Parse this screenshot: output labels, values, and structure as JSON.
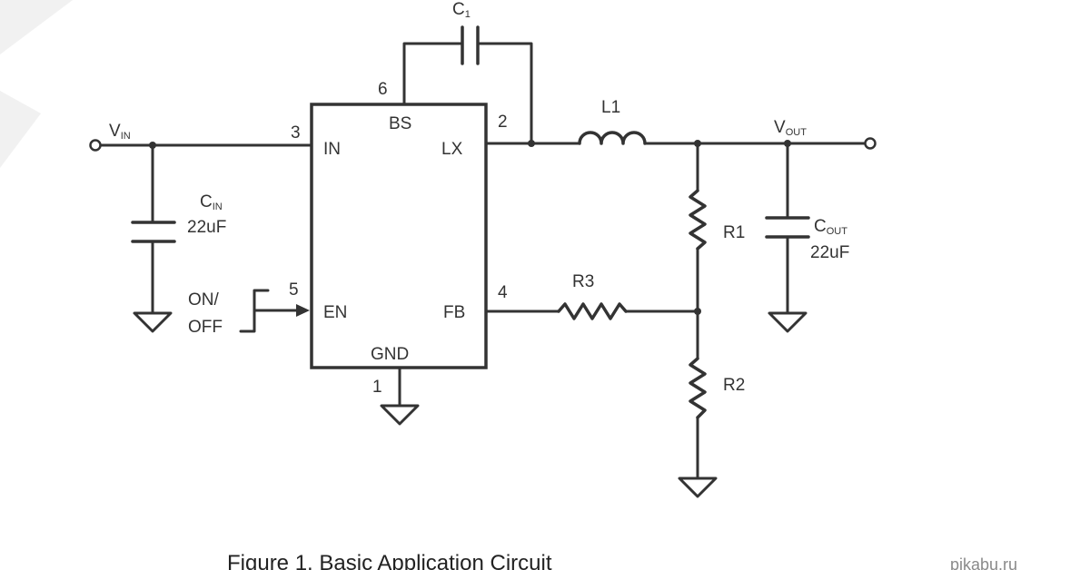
{
  "labels": {
    "vin": "V",
    "vin_sub": "IN",
    "vout": "V",
    "vout_sub": "OUT",
    "cin": "C",
    "cin_sub": "IN",
    "cin_val": "22uF",
    "cout": "C",
    "cout_sub": "OUT",
    "cout_val": "22uF",
    "c1": "C",
    "c1_sub": "1",
    "l1": "L1",
    "r1": "R1",
    "r2": "R2",
    "r3": "R3",
    "on": "ON/",
    "off": "OFF"
  },
  "ic": {
    "pins": {
      "in": {
        "name": "IN",
        "number": "3"
      },
      "en": {
        "name": "EN",
        "number": "5"
      },
      "bs": {
        "name": "BS",
        "number": "6"
      },
      "lx": {
        "name": "LX",
        "number": "2"
      },
      "fb": {
        "name": "FB",
        "number": "4"
      },
      "gnd": {
        "name": "GND",
        "number": "1"
      }
    }
  },
  "caption": "Figure 1. Basic Application Circuit",
  "credit": "pikabu.ru"
}
